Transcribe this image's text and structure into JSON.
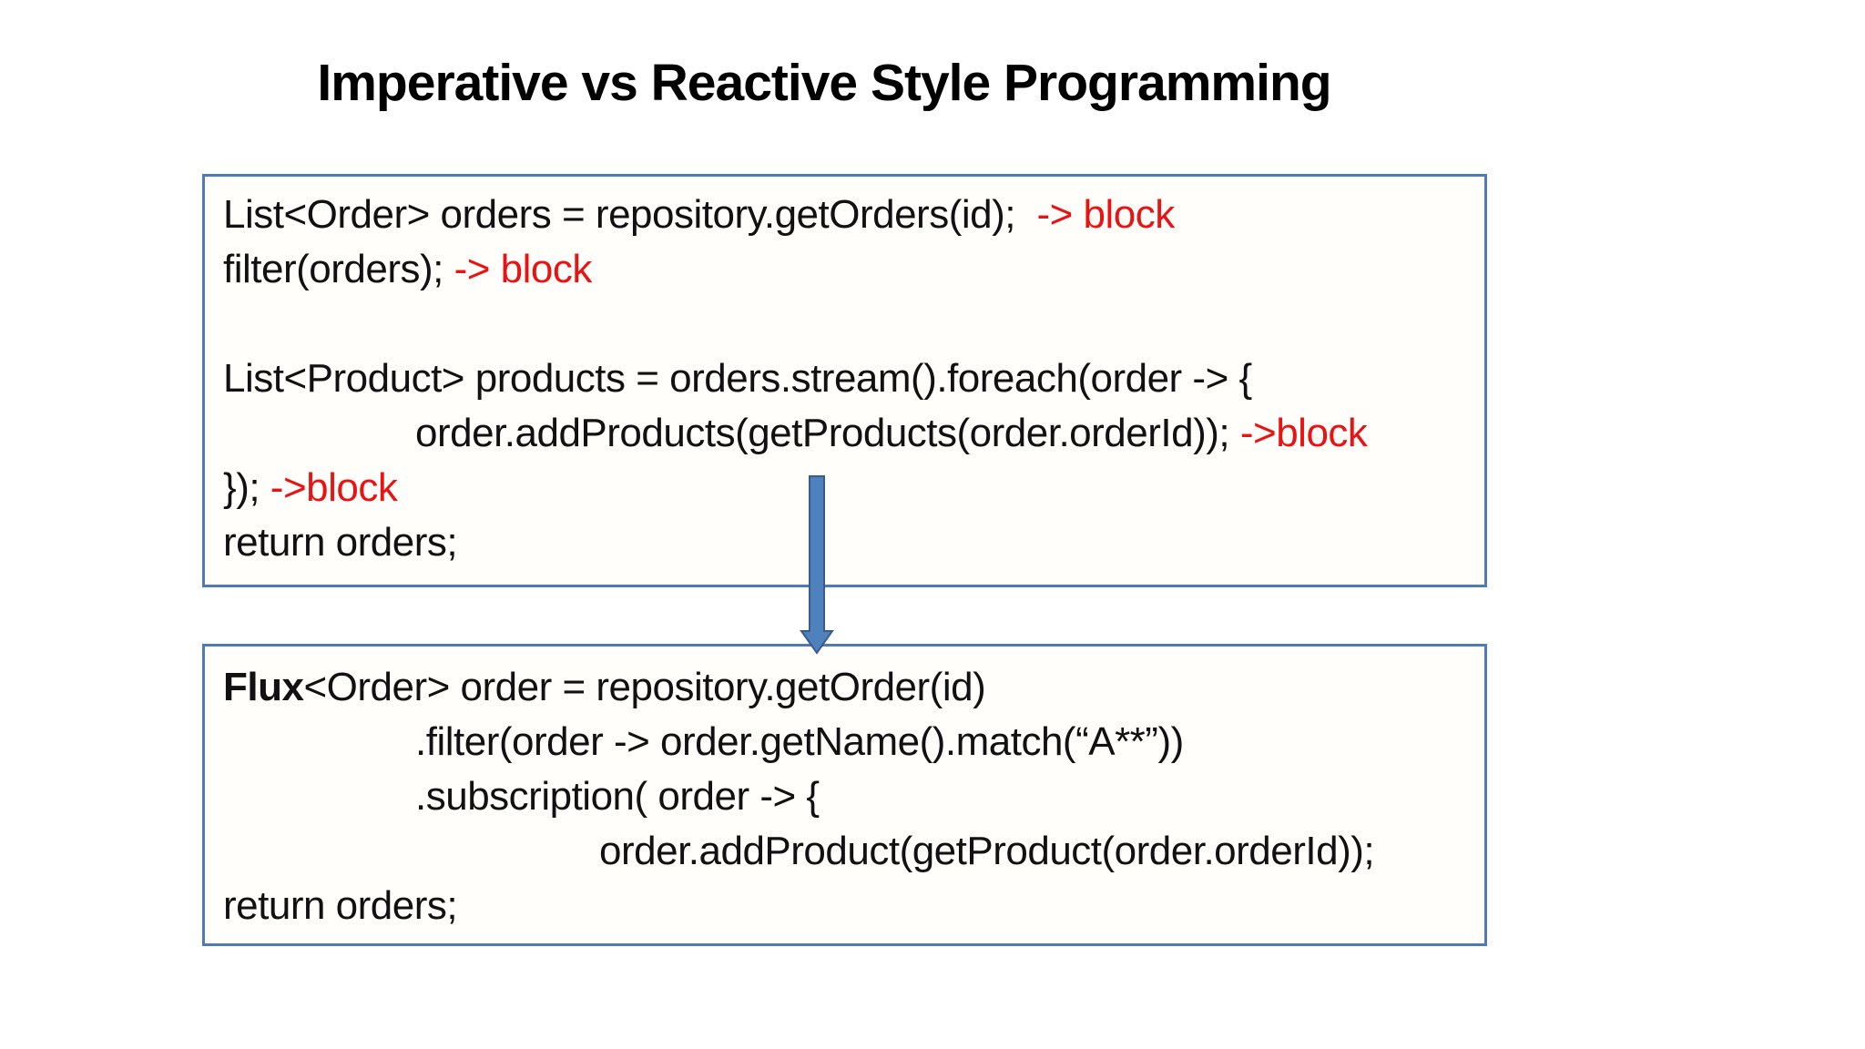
{
  "title": "Imperative vs Reactive Style Programming",
  "colors": {
    "page_background": "#ffffff",
    "title_color": "#000000",
    "code_text": "#111111",
    "annotation_red": "#e81414",
    "box_border": "#4f7ab3",
    "box_background": "#fffefb",
    "arrow_fill": "#4f81bd",
    "arrow_stroke": "#385d8a"
  },
  "boxes": [
    {
      "id": "imperative-code-box",
      "lines": [
        {
          "indent": 0,
          "segments": [
            {
              "style": "code",
              "text": "List<Order> orders = repository.getOrders(id);  "
            },
            {
              "style": "red",
              "text": "-> block"
            }
          ]
        },
        {
          "indent": 0,
          "segments": [
            {
              "style": "code",
              "text": "filter(orders); "
            },
            {
              "style": "red",
              "text": "-> block"
            }
          ]
        },
        {
          "indent": 0,
          "segments": []
        },
        {
          "indent": 0,
          "segments": [
            {
              "style": "code",
              "text": "List<Product> products = orders.stream().foreach(order -> {"
            }
          ]
        },
        {
          "indent": 1,
          "segments": [
            {
              "style": "code",
              "text": "order.addProducts(getProducts(order.orderId)); "
            },
            {
              "style": "red",
              "text": "->block"
            }
          ]
        },
        {
          "indent": 0,
          "segments": [
            {
              "style": "code",
              "text": "}); "
            },
            {
              "style": "red",
              "text": "->block"
            }
          ]
        },
        {
          "indent": 0,
          "segments": [
            {
              "style": "code",
              "text": "return orders;"
            }
          ]
        }
      ]
    },
    {
      "id": "reactive-code-box",
      "lines": [
        {
          "indent": 0,
          "segments": [
            {
              "style": "bold",
              "text": "Flux"
            },
            {
              "style": "code",
              "text": "<Order> order = repository.getOrder(id)"
            }
          ]
        },
        {
          "indent": 1,
          "segments": [
            {
              "style": "code",
              "text": ".filter(order -> order.getName().match(“A**”))"
            }
          ]
        },
        {
          "indent": 1,
          "segments": [
            {
              "style": "code",
              "text": ".subscription( order -> {"
            }
          ]
        },
        {
          "indent": 2,
          "segments": [
            {
              "style": "code",
              "text": "order.addProduct(getProduct(order.orderId));"
            }
          ]
        },
        {
          "indent": 0,
          "segments": [
            {
              "style": "code",
              "text": "return orders;"
            }
          ]
        }
      ]
    }
  ]
}
